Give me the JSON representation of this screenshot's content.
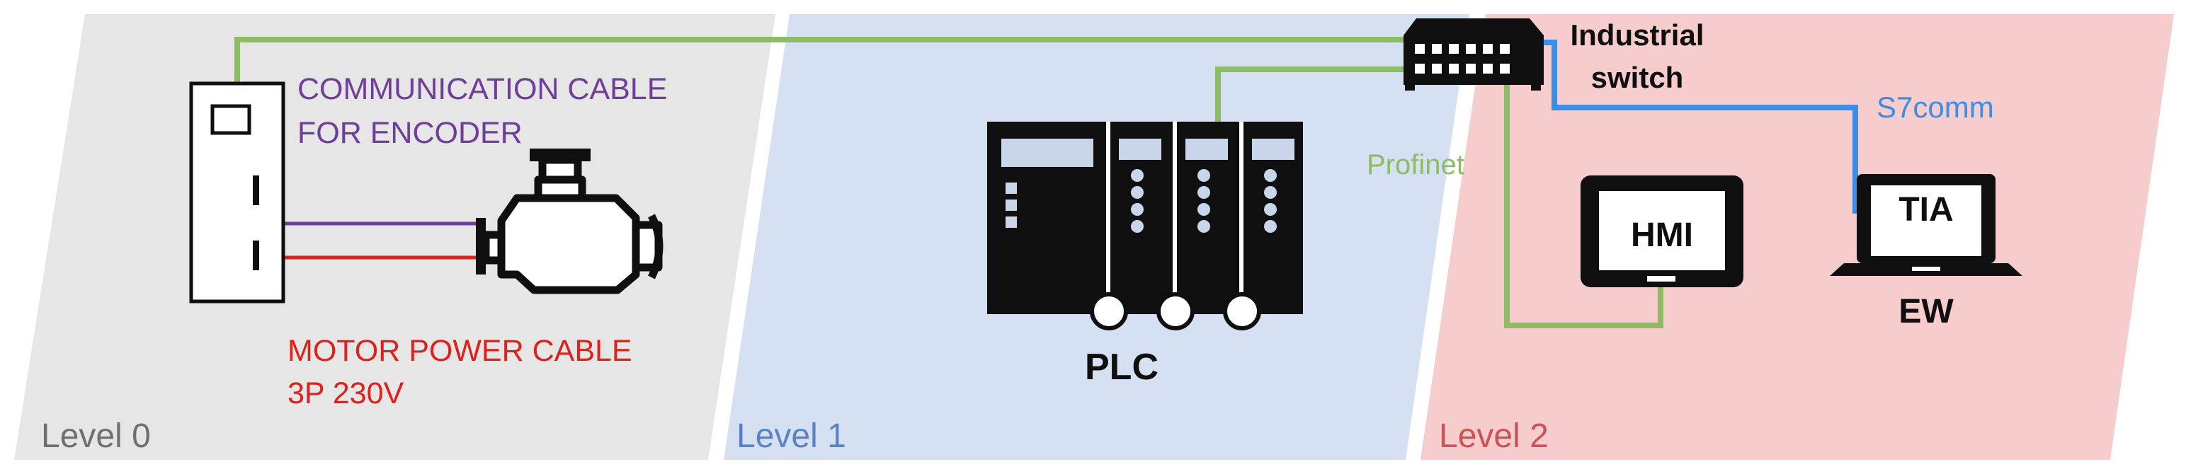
{
  "colors": {
    "level0_band": "#e6e6e6",
    "level1_band": "#d5e1f2",
    "level2_band": "#f6cccc",
    "level0_text": "#6f6f6f",
    "level1_text": "#5b82c2",
    "level2_text": "#c8535a",
    "profinet": "#8dbb66",
    "s7comm": "#3a8ee6",
    "encoder_cable": "#6f3d9c",
    "power_cable": "#e0201b",
    "device": "#0f0f0f",
    "device_detail": "#c9d6ea"
  },
  "levels": [
    {
      "label": "Level 0"
    },
    {
      "label": "Level 1"
    },
    {
      "label": "Level 2"
    }
  ],
  "labels": {
    "encoder_cable_line1": "COMMUNICATION CABLE",
    "encoder_cable_line2": "FOR ENCODER",
    "power_cable_line1": "MOTOR POWER CABLE",
    "power_cable_line2": "3P 230V",
    "plc": "PLC",
    "switch_line1": "Industrial",
    "switch_line2": "switch",
    "profinet": "Profinet",
    "s7comm": "S7comm",
    "hmi": "HMI",
    "tia": "TIA",
    "ew": "EW"
  },
  "icons": {
    "drive": "servo-drive-icon",
    "motor": "motor-icon",
    "plc": "plc-rack-icon",
    "switch": "network-switch-icon",
    "hmi": "hmi-panel-icon",
    "laptop": "laptop-icon"
  }
}
